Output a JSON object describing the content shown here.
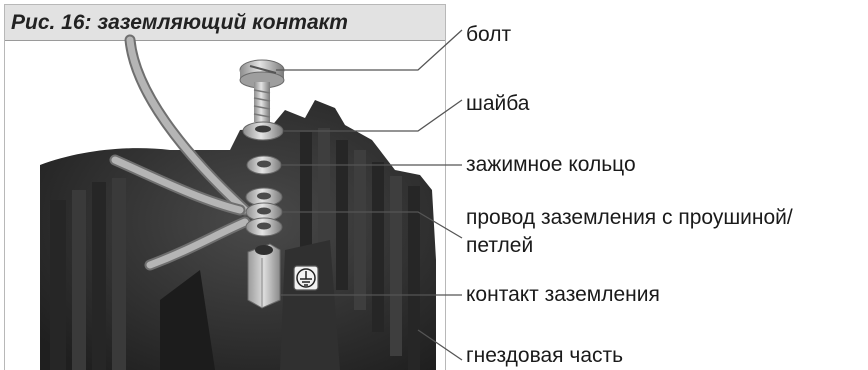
{
  "figure": {
    "title": "Рис. 16: заземляющий контакт"
  },
  "callouts": {
    "bolt": "болт",
    "washer": "шайба",
    "clamp_ring": "зажимное кольцо",
    "ground_wire_line1": "провод заземления с проушиной/",
    "ground_wire_line2": "петлей",
    "ground_contact": "контакт заземления",
    "socket_part": "гнездовая часть"
  },
  "colors": {
    "title_bar": "#e2e2e2",
    "housing": "#2f2f2f",
    "metal": "#b9b9b9",
    "wire": "#9a9a9a",
    "leader_line": "#555555"
  }
}
